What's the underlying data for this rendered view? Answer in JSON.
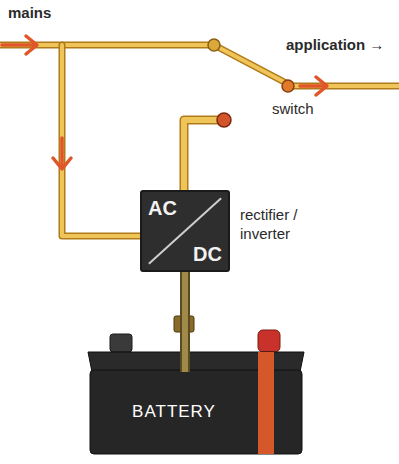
{
  "diagram": {
    "nodes": [
      {
        "text": [
          "AC",
          "DC"
        ]
      },
      {
        "text": [
          "BATTERY"
        ]
      }
    ],
    "edges": [
      {
        "from": 0,
        "to": 1,
        "arrow": "none"
      }
    ],
    "labels": [
      "mains",
      "application →",
      "switch",
      "rectifier / inverter"
    ]
  }
}
